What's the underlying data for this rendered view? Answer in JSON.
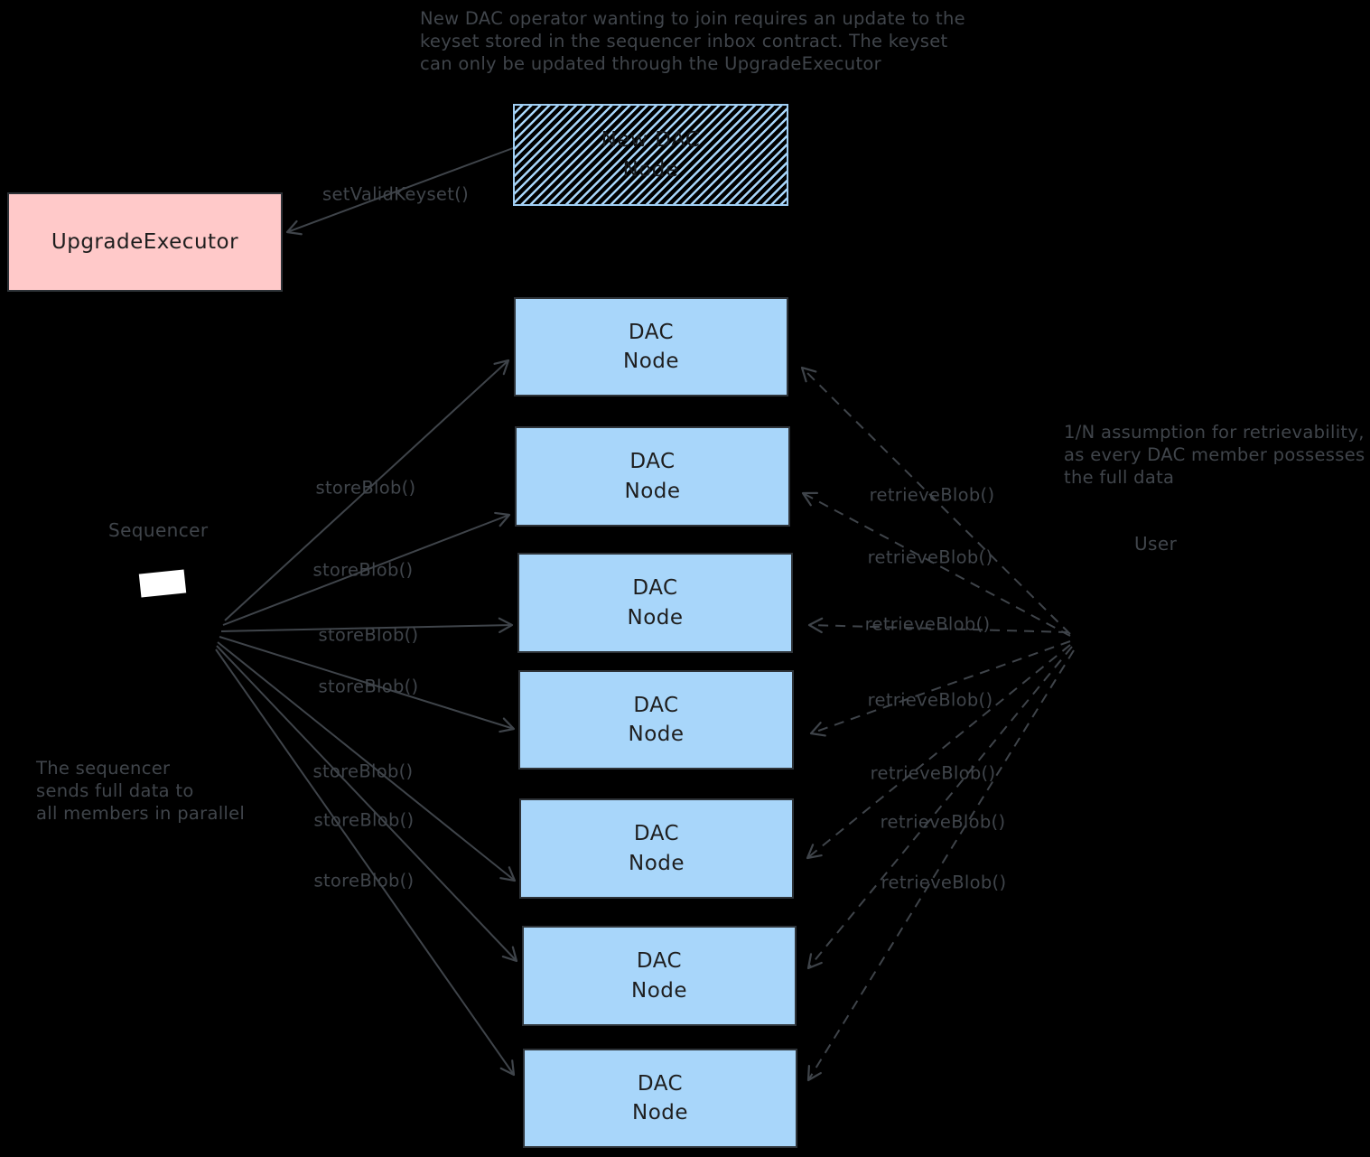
{
  "notes": {
    "keyset_update": "New DAC operator wanting to join requires an update to the\nkeyset stored in the sequencer inbox contract. The keyset\ncan only be updated through the UpgradeExecutor",
    "sequencer_parallel": "The sequencer\nsends full data to\nall members in parallel",
    "retrievability": "1/N assumption for retrievability,\nas every DAC member possesses\nthe full data"
  },
  "nodes": {
    "upgrade_executor": {
      "label": "UpgradeExecutor"
    },
    "new_dac_node": {
      "label": "New DAC\nNode"
    },
    "sequencer": {
      "label": "Sequencer"
    },
    "user": {
      "label": "User"
    },
    "dac_nodes": [
      {
        "label": "DAC\nNode"
      },
      {
        "label": "DAC\nNode"
      },
      {
        "label": "DAC\nNode"
      },
      {
        "label": "DAC\nNode"
      },
      {
        "label": "DAC\nNode"
      },
      {
        "label": "DAC\nNode"
      },
      {
        "label": "DAC\nNode"
      }
    ]
  },
  "edges": {
    "set_valid_keyset": "setValidKeyset()",
    "store_blob": [
      "storeBlob()",
      "storeBlob()",
      "storeBlob()",
      "storeBlob()",
      "storeBlob()",
      "storeBlob()",
      "storeBlob()"
    ],
    "retrieve_blob": [
      "retrieveBlob()",
      "retrieveBlob()",
      "retrieveBlob()",
      "retrieveBlob()",
      "retrieveBlob()",
      "retrieveBlob()",
      "retrieveBlob()"
    ]
  },
  "colors": {
    "background": "#000000",
    "dac_node_fill": "#a8d6fa",
    "upgrade_executor_fill": "#ffc9c9",
    "hatch": "#a8d6fa",
    "annotation": "#40454b",
    "box_text": "#1e1e1e",
    "sequencer_shape": "#ffffff"
  }
}
